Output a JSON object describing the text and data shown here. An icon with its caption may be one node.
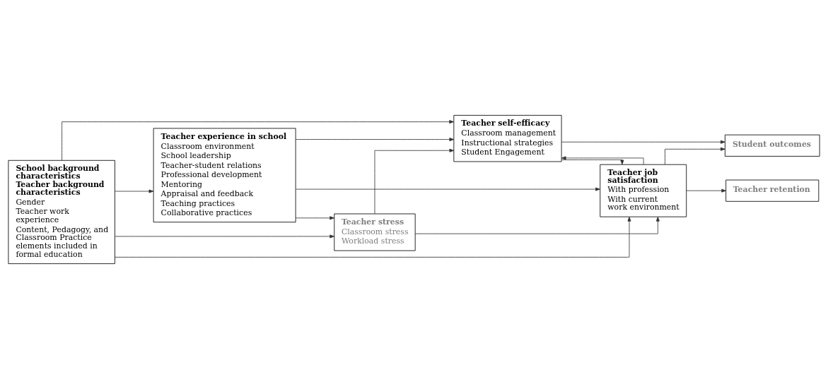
{
  "diagram": {
    "nodes": [
      {
        "text": [
          "School background characteristics",
          "Teacher background characteristics",
          "Gender",
          "Teacher work experience",
          "Content, Pedagogy, and Classroom Practice elements included in formal education"
        ]
      },
      {
        "text": [
          "Teacher experience in school",
          "Classroom environment",
          "School leadership",
          "Teacher-student relations",
          "Professional development",
          "Mentoring",
          "Appraisal and feedback",
          "Teaching practices",
          "Collaborative practices"
        ]
      },
      {
        "text": [
          "Teacher stress",
          "Classroom stress",
          "Workload stress"
        ]
      },
      {
        "text": [
          "Teacher self-efficacy",
          "Classroom management",
          "Instructional strategies",
          "Student Engagement"
        ]
      },
      {
        "text": [
          "Teacher job satisfaction",
          "With profession",
          "With current work environment"
        ]
      },
      {
        "text": [
          "Student outcomes"
        ]
      },
      {
        "text": [
          "Teacher retention"
        ]
      }
    ],
    "edges": [
      {
        "from": 0,
        "to": 4,
        "arrow": "to"
      },
      {
        "from": 0,
        "to": 3,
        "arrow": "to"
      },
      {
        "from": 0,
        "to": 1,
        "arrow": "to"
      },
      {
        "from": 1,
        "to": 3,
        "arrow": "to"
      },
      {
        "from": 1,
        "to": 2,
        "arrow": "to"
      },
      {
        "from": 2,
        "to": 3,
        "arrow": "to"
      },
      {
        "from": 3,
        "to": 4,
        "arrow": "to"
      },
      {
        "from": 4,
        "to": 3,
        "arrow": "to"
      },
      {
        "from": 2,
        "to": 4,
        "arrow": "to"
      },
      {
        "from": 1,
        "to": 4,
        "arrow": "to"
      },
      {
        "from": 0,
        "to": 2,
        "arrow": "to"
      },
      {
        "from": 3,
        "to": 5,
        "arrow": "to"
      },
      {
        "from": 4,
        "to": 5,
        "arrow": "to"
      },
      {
        "from": 4,
        "to": 6,
        "arrow": "to"
      }
    ]
  }
}
